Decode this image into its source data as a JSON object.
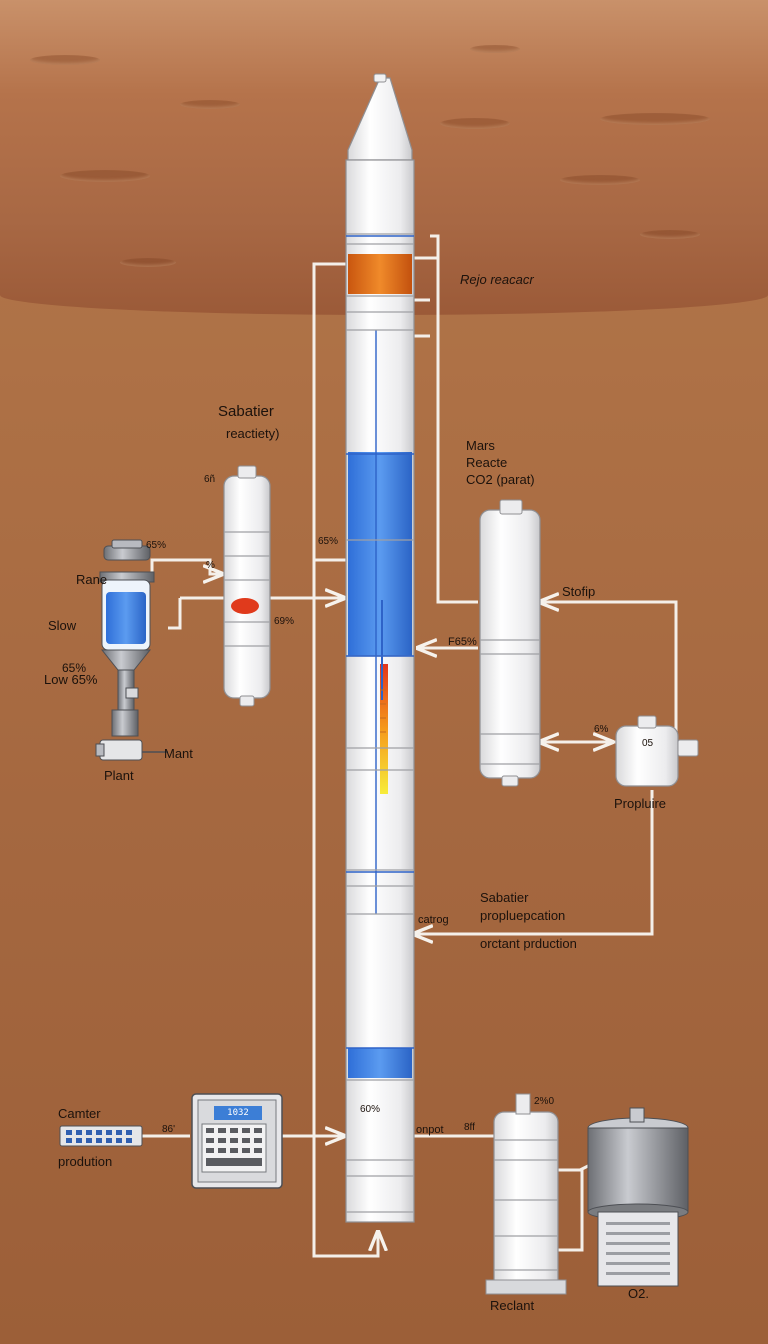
{
  "labels": {
    "top_reactor": "Rejo reacacr",
    "sabatier_title": "Sabatier",
    "sabatier_sub": "reactiety)",
    "mars_line1": "Mars",
    "mars_line2": "Reacte",
    "mars_line3": "CO2 (parat)",
    "tank_top_small": "6ñ",
    "left_pct": "65%",
    "rane": "Rane",
    "slow": "Slow",
    "low_line1": "65%",
    "low_line2": "Low 65%",
    "mant": "Mant",
    "plant": "Plant",
    "arrow_small_a": "%",
    "arrow_small_b": "69%",
    "mid_pct": "65%",
    "center_pct": "F65%",
    "stofip": "Stofip",
    "small_tank_pct": "6%",
    "small_tank_label": "05",
    "propluire": "Propluire",
    "sabatier2_line1": "Sabatier",
    "sabatier2_line2": "propluepcation",
    "catrog": "catrog",
    "orctant": "orctant prduction",
    "camter": "Camter",
    "production": "prodution",
    "panel_pct": "86'",
    "screen_value": "1032",
    "column_pct": "60%",
    "onpot": "onpot",
    "bottom_pct": "8ff",
    "reactant_top": "2%0",
    "reactant": "Reclant",
    "o2": "O2."
  },
  "colors": {
    "accent_blue": "#3a7fe0",
    "accent_orange": "#e2711d",
    "accent_red": "#e03a1c",
    "accent_yellow": "#f2d11c",
    "pipe": "#f4efe9"
  }
}
